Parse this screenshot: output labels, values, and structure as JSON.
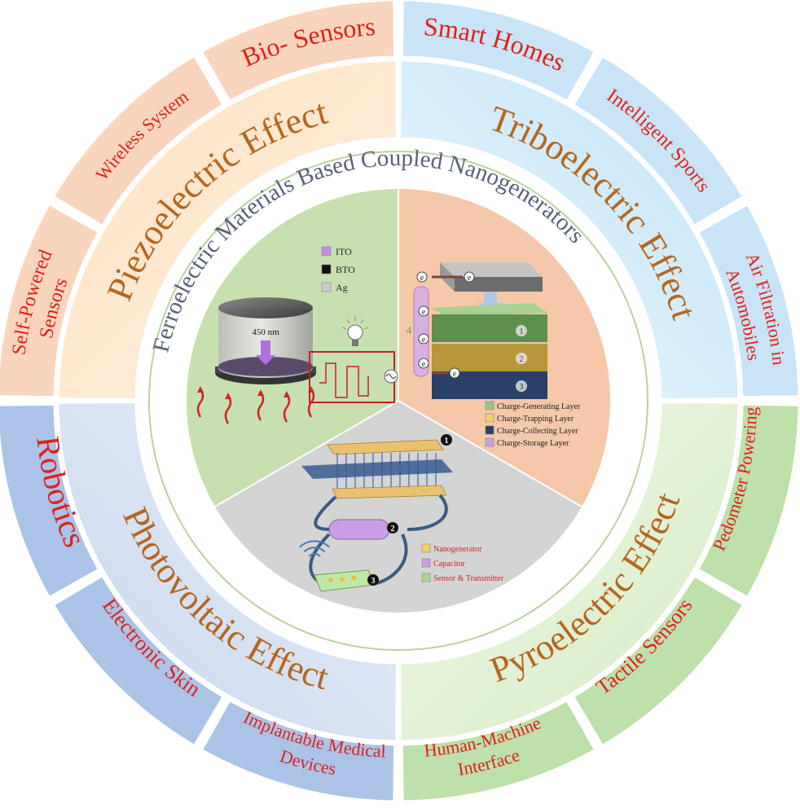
{
  "title": "Ferroelectric Materials Based Coupled Nanogenerators",
  "effects": [
    {
      "id": "piezo",
      "label": "Piezoelectric Effect"
    },
    {
      "id": "tribo",
      "label": "Triboelectric Effect"
    },
    {
      "id": "pyro",
      "label": "Pyroelectric Effect"
    },
    {
      "id": "photo",
      "label": "Photovoltaic Effect"
    }
  ],
  "applications": {
    "piezo": [
      {
        "lines": [
          "Bio- Sensors"
        ]
      },
      {
        "lines": [
          "Wireless System"
        ]
      },
      {
        "lines": [
          "Self-Powered",
          "Sensors"
        ]
      }
    ],
    "tribo": [
      {
        "lines": [
          "Smart Homes"
        ]
      },
      {
        "lines": [
          "Intelligent Sports"
        ]
      },
      {
        "lines": [
          "Air Filtration in",
          "Automobiles"
        ]
      }
    ],
    "pyro": [
      {
        "lines": [
          "Pedometer Powering"
        ]
      },
      {
        "lines": [
          "Tactile Sensors"
        ]
      },
      {
        "lines": [
          "Human-Machine",
          "Interface"
        ]
      }
    ],
    "photo": [
      {
        "lines": [
          "Robotics"
        ]
      },
      {
        "lines": [
          "Electronic Skin"
        ]
      },
      {
        "lines": [
          "Implantable Medical",
          "Devices"
        ]
      }
    ]
  },
  "photovoltaic_panel": {
    "legend": [
      "ITO",
      "BTO",
      "Ag"
    ],
    "wavelength": "450 nm"
  },
  "triboelectric_panel": {
    "legend": [
      "Charge-Generating Layer",
      "Charge-Trapping Layer",
      "Charge-Collecting Layer",
      "Charge-Storage Layer"
    ],
    "layer_numbers": [
      "1",
      "2",
      "3"
    ],
    "storage_number": "4",
    "electron": "e"
  },
  "system_panel": {
    "legend": [
      "Nanogenerator",
      "Capacitor",
      "Sensor & Transmitter"
    ],
    "markers": [
      "1",
      "2",
      "3"
    ]
  },
  "colors": {
    "effect_text": "#b5651d",
    "app_text": "#e0201a",
    "title_text": "#5a6078",
    "piezo_ring": "#fde6cc",
    "tribo_ring": "#d6eefa",
    "pyro_ring": "#e6f2d8",
    "photo_ring": "#d5dff0",
    "piezo_outer": "#f9c7a7",
    "tribo_outer": "#b9dcf5",
    "pyro_outer": "#a9d690",
    "photo_outer": "#8fb0e0"
  }
}
